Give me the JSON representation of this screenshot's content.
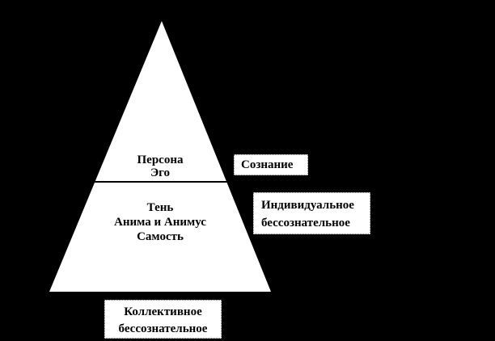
{
  "colors": {
    "background": "#000000",
    "pyramid_fill": "#ffffff",
    "text": "#000000",
    "box_border": "#808080"
  },
  "pyramid": {
    "upper_section_lines": [
      "Персона",
      "Эго"
    ],
    "lower_section_lines": [
      "Тень",
      "Анима и Анимус",
      "Самость"
    ]
  },
  "labels": {
    "consciousness": "Сознание",
    "individual_unconscious": [
      "Индивидуальное",
      "бессознательное"
    ],
    "collective_unconscious": [
      "Коллективное",
      "бессознательное"
    ]
  }
}
